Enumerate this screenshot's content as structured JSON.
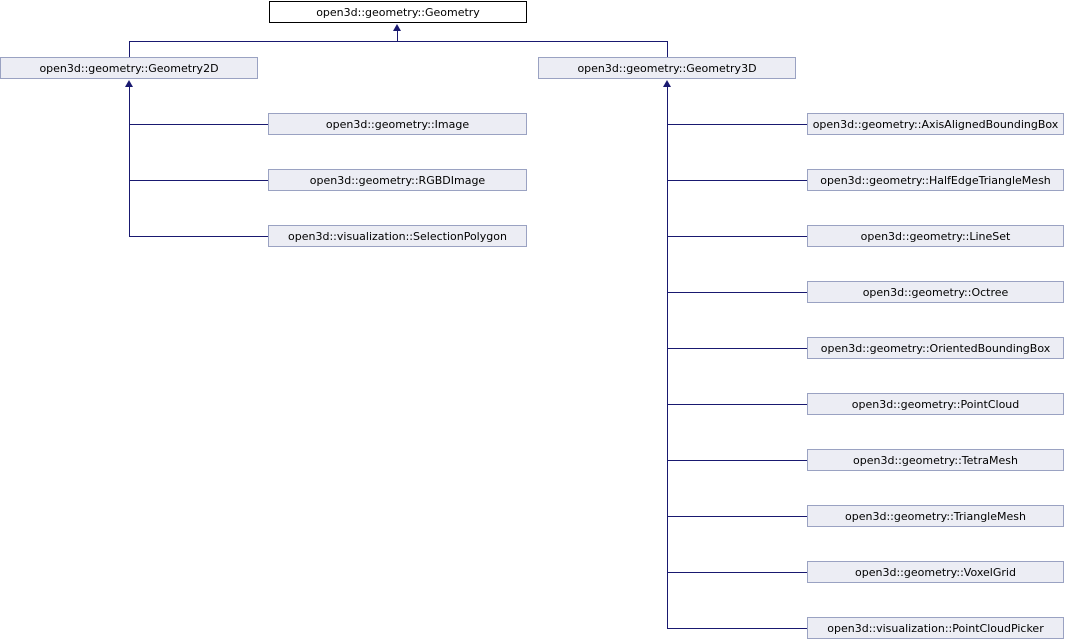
{
  "diagram": {
    "title": "open3d geometry class inheritance diagram",
    "root": {
      "label": "open3d::geometry::Geometry"
    },
    "geometry2d": {
      "label": "open3d::geometry::Geometry2D",
      "children": [
        {
          "label": "open3d::geometry::Image"
        },
        {
          "label": "open3d::geometry::RGBDImage"
        },
        {
          "label": "open3d::visualization::SelectionPolygon"
        }
      ]
    },
    "geometry3d": {
      "label": "open3d::geometry::Geometry3D",
      "children": [
        {
          "label": "open3d::geometry::AxisAlignedBoundingBox"
        },
        {
          "label": "open3d::geometry::HalfEdgeTriangleMesh"
        },
        {
          "label": "open3d::geometry::LineSet"
        },
        {
          "label": "open3d::geometry::Octree"
        },
        {
          "label": "open3d::geometry::OrientedBoundingBox"
        },
        {
          "label": "open3d::geometry::PointCloud"
        },
        {
          "label": "open3d::geometry::TetraMesh"
        },
        {
          "label": "open3d::geometry::TriangleMesh"
        },
        {
          "label": "open3d::geometry::VoxelGrid"
        },
        {
          "label": "open3d::visualization::PointCloudPicker"
        }
      ]
    },
    "colors": {
      "edge": "#191970",
      "node_fill": "#ECEDF4",
      "node_border": "#9AA2C2",
      "root_fill": "#FFFFFF",
      "root_border": "#000000"
    }
  }
}
